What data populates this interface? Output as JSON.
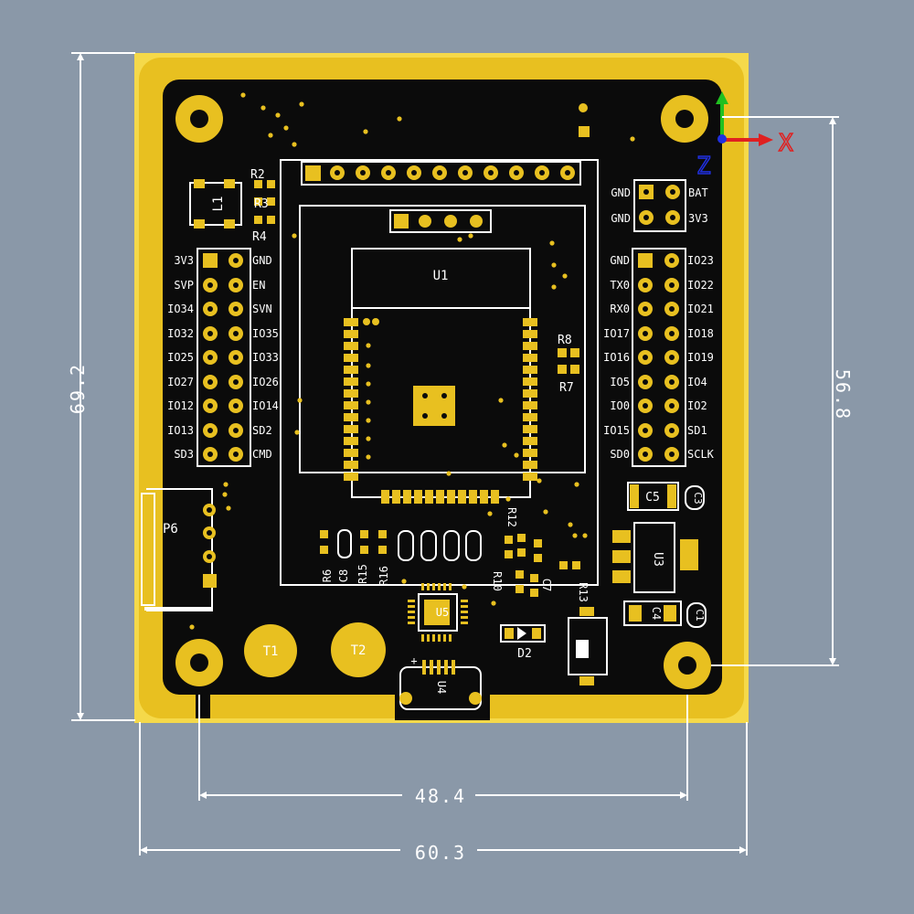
{
  "dimensions": {
    "height_outer": "69.2",
    "height_holes": "56.8",
    "width_holes": "48.4",
    "width_outer": "60.3"
  },
  "axes": {
    "x": "X",
    "z": "Z"
  },
  "labels": {
    "u1": "U1",
    "l1": "L1",
    "r2": "R2",
    "r3": "R3",
    "r4": "R4",
    "r8": "R8",
    "r7": "R7",
    "c5": "C5",
    "u3": "U3",
    "c4": "C4",
    "c3": "C3",
    "c1": "C1",
    "p6": "P6",
    "t1": "T1",
    "t2": "T2",
    "u5": "U5",
    "u4": "U4",
    "d2": "D2",
    "r13": "R13",
    "r12": "R12",
    "r10": "R10",
    "c7": "C7",
    "r6": "R6",
    "c8": "C8",
    "r15": "R15",
    "r16": "R16",
    "plus": "+"
  },
  "pins": {
    "power_left": [
      "GND",
      "GND"
    ],
    "power_right": [
      "BAT",
      "3V3"
    ],
    "left_outer": [
      "3V3",
      "SVP",
      "IO34",
      "IO32",
      "IO25",
      "IO27",
      "IO12",
      "IO13",
      "SD3"
    ],
    "left_inner": [
      "GND",
      "EN",
      "SVN",
      "IO35",
      "IO33",
      "IO26",
      "IO14",
      "SD2",
      "CMD"
    ],
    "right_inner": [
      "GND",
      "TX0",
      "RX0",
      "IO17",
      "IO16",
      "IO5",
      "IO0",
      "IO15",
      "SD0"
    ],
    "right_outer": [
      "IO23",
      "IO22",
      "IO21",
      "IO18",
      "IO19",
      "IO4",
      "IO2",
      "SD1",
      "SCLK"
    ]
  },
  "colors": {
    "background": "#8a98a8",
    "copper": "#e8c020",
    "board_edge": "#f5d94a",
    "mask": "#0b0b0b",
    "silk": "#ffffff",
    "axis_x": "#e02020",
    "axis_y": "#20c020",
    "axis_z": "#2030e0"
  }
}
